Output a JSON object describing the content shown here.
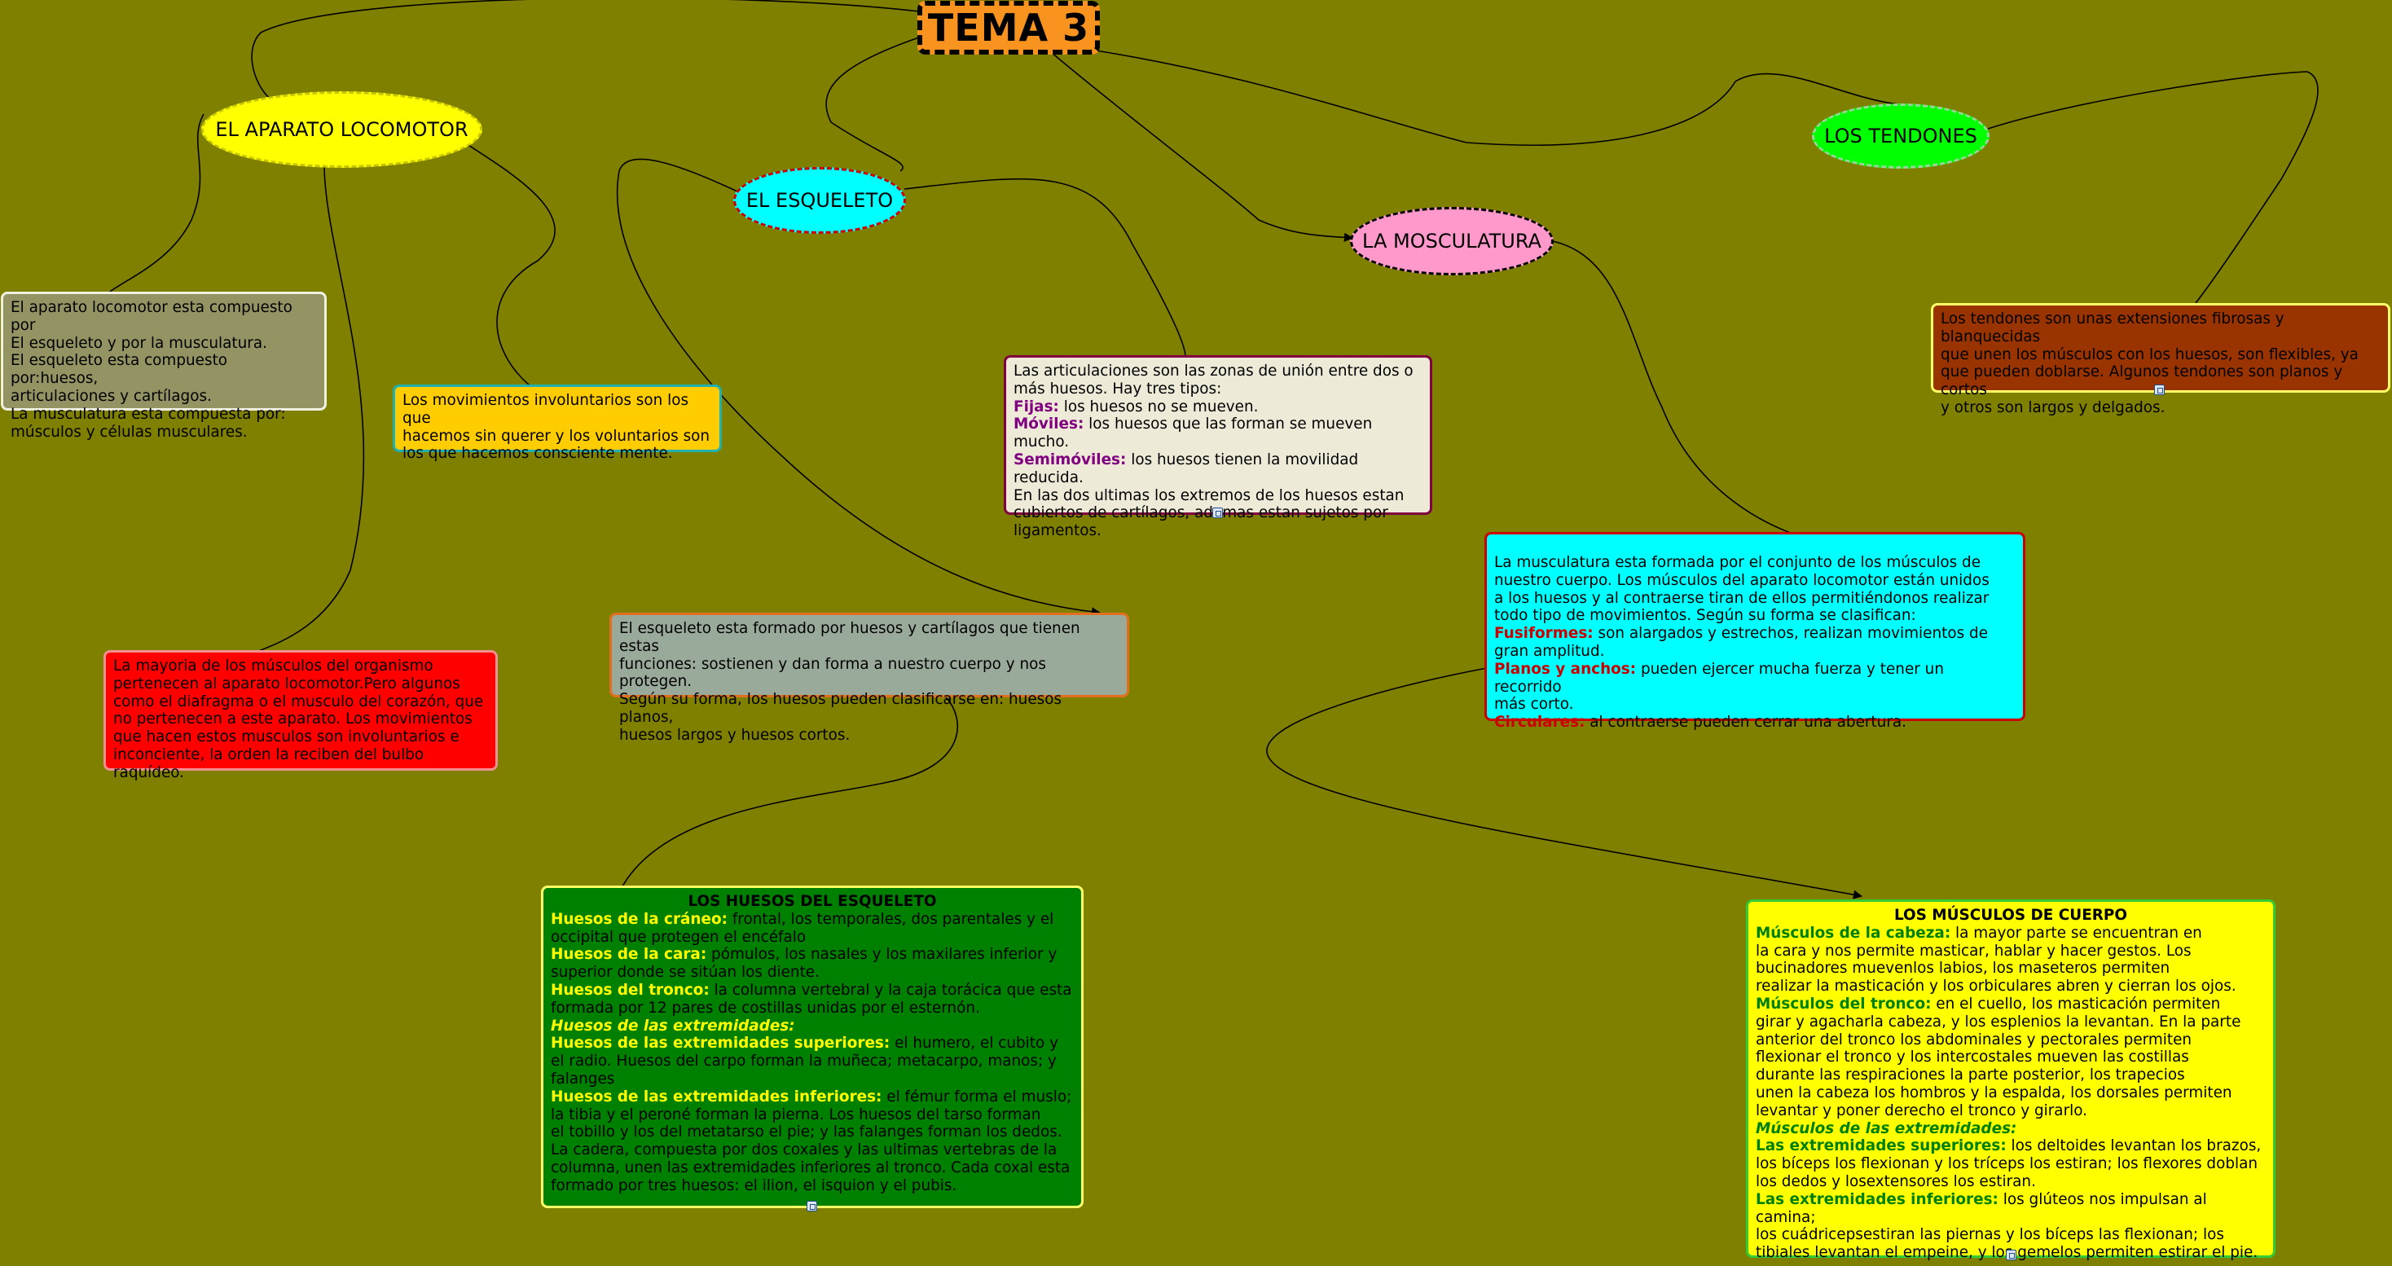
{
  "title": "TEMA 3",
  "nodes": {
    "aparato": "EL APARATO LOCOMOTOR",
    "esqueleto": "EL ESQUELETO",
    "musculatura": "LA MOSCULATURA",
    "tendones": "LOS TENDONES"
  },
  "boxes": {
    "aparato_desc": [
      "El aparato locomotor esta compuesto por",
      "El esqueleto y por la musculatura.",
      "El esqueleto esta compuesto por:huesos,",
      "articulaciones y cartílagos.",
      "La musculatura esta compuesta por:",
      "músculos y células musculares."
    ],
    "movimientos": [
      "Los movimientos involuntarios son los que",
      "hacemos sin querer y los voluntarios son",
      "los que hacemos consciente mente."
    ],
    "mayoria": [
      "La mayoria de los músculos del organismo",
      "pertenecen al aparato locomotor.Pero algunos",
      "como el diafragma o el musculo del corazón, que",
      "no pertenecen a este aparato. Los movimientos",
      "que hacen estos musculos son involuntarios e",
      "inconciente, la orden la reciben del bulbo raquídeo."
    ],
    "articulaciones": {
      "intro1": "Las articulaciones son las zonas de unión entre dos o",
      "intro2": "más huesos. Hay tres tipos:",
      "fijas_label": "Fijas:",
      "fijas_text": " los huesos no se mueven.",
      "moviles_label": "Móviles:",
      "moviles_text": " los huesos que las forman se mueven mucho.",
      "semi_label": "Semimóviles:",
      "semi_text": " los huesos tienen la movilidad reducida.",
      "end1": "En las dos ultimas los extremos de los huesos estan",
      "end2": "cubiertos de cartílagos, ademas estan sujetos por",
      "end3": "ligamentos."
    },
    "esqueleto_desc": [
      "El esqueleto esta formado por huesos y cartílagos que tienen estas",
      "funciones: sostienen y dan forma a nuestro cuerpo y nos protegen.",
      "Según su forma, los huesos pueden clasificarse en: huesos planos,",
      "huesos largos y huesos cortos."
    ],
    "tendones_desc": [
      "Los tendones son unas extensiones fibrosas y blanquecidas",
      "que unen los músculos con los huesos, son  flexibles, ya",
      "que pueden doblarse. Algunos tendones son planos y cortos",
      "y otros son largos y delgados."
    ],
    "musculatura_desc": {
      "l1": "La musculatura esta formada por el conjunto  de los músculos de",
      "l2": "nuestro cuerpo. Los músculos del aparato locomotor están unidos",
      "l3": "a los huesos y al contraerse tiran de ellos permitiéndonos  realizar",
      "l4": " todo tipo de movimientos. Según su forma se clasifican:",
      "fus_label": "Fusiformes:",
      "fus_text1": " son alargados y estrechos, realizan   movimientos de",
      "fus_text2": "gran amplitud.",
      "plan_label": "Planos y anchos:",
      "plan_text1": " pueden ejercer mucha fuerza y  tener un recorrido",
      "plan_text2": "más corto.",
      "circ_label": "Circulares:",
      "circ_text": " al contraerse pueden cerrar una abertura."
    },
    "huesos": {
      "title": "LOS HUESOS DEL ESQUELETO",
      "craneo_label": "Huesos de la cráneo:",
      "craneo_1": " frontal, los temporales, dos parentales y el",
      "craneo_2": "occipital que protegen el encéfalo",
      "cara_label": "Huesos de la cara:",
      "cara_1": " pómulos, los nasales y los maxilares inferior y",
      "cara_2": "superior donde se sitúan los diente.",
      "tronco_label": "Huesos del tronco:",
      "tronco_1": " la columna vertebral y la caja torácica que esta",
      "tronco_2": "formada por 12 pares de costillas unidas por el esternón.",
      "ext_label": "Huesos de las extremidades:",
      "sup_label": "Huesos de las extremidades superiores:",
      "sup_1": " el humero, el   cubito y",
      "sup_2": "el radio. Huesos del carpo forman la muñeca;  metacarpo, manos; y",
      "sup_3": "falanges",
      "inf_label": "Huesos de las extremidades inferiores:",
      "inf_1": " el fémur forma el muslo;",
      "inf_2": "la tibia y el peroné forman la pierna. Los huesos   del tarso forman",
      "inf_3": "el tobillo y los del metatarso el pie; y  las falanges forman los dedos.",
      "inf_4": "La cadera, compuesta por   dos coxales y las ultimas vertebras de la",
      "inf_5": "columna, unen  las extremidades inferiores al tronco. Cada coxal esta",
      "inf_6": "formado por tres huesos: el ilion, el isquion y el pubis."
    },
    "musculos": {
      "title": "LOS MÚSCULOS DE CUERPO",
      "cabeza_label": "Músculos de la cabeza:",
      "cabeza_1": " la mayor parte se encuentran en",
      "cabeza_2": "la cara y nos permite masticar, hablar y hacer gestos. Los",
      "cabeza_3": "bucinadores muevenlos labios, los maseteros permiten",
      "cabeza_4": "realizar la masticación y los orbiculares abren y cierran los ojos.",
      "tronco_label": "Músculos del tronco:",
      "tronco_1": " en el cuello, los masticación  permiten",
      "tronco_2": "girar y agacharla cabeza, y los esplenios la levantan. En la parte",
      "tronco_3": "anterior del tronco los abdominales y pectorales  permiten",
      "tronco_4": "flexionar el tronco y los intercostales mueven las   costillas",
      "tronco_5": "durante las respiraciones la parte posterior, los trapecios",
      "tronco_6": "unen la cabeza los hombros y la espalda, los dorsales permiten",
      "tronco_7": "levantar y poner derecho el tronco y girarlo.",
      "ext_label": "Músculos de las extremidades:",
      "sup_label": "Las extremidades superiores:",
      "sup_1": " los deltoides levantan los brazos,",
      "sup_2": "los bíceps los flexionan y los tríceps los estiran; los flexores doblan",
      "sup_3": "los dedos y losextensores los estiran.",
      "inf_label": "Las extremidades inferiores:",
      "inf_1": " los glúteos nos impulsan al camina;",
      "inf_2": "los cuádricepsestiran las piernas y los bíceps las flexionan; los",
      "inf_3": "tibiales levantan el empeine, y los gemelos permiten estirar el pie."
    }
  },
  "colors": {
    "background": "#808000",
    "title_fill": "#f7931e",
    "aparato_fill": "#ffff00",
    "esqueleto_fill": "#00ffff",
    "musculatura_fill": "#ff99cc",
    "tendones_fill": "#00ff00",
    "label_purple": "#800080",
    "label_red": "#cc0000",
    "label_yellow": "#ffff00",
    "label_green": "#008000"
  },
  "icons": [
    "note-attachment-icon"
  ]
}
